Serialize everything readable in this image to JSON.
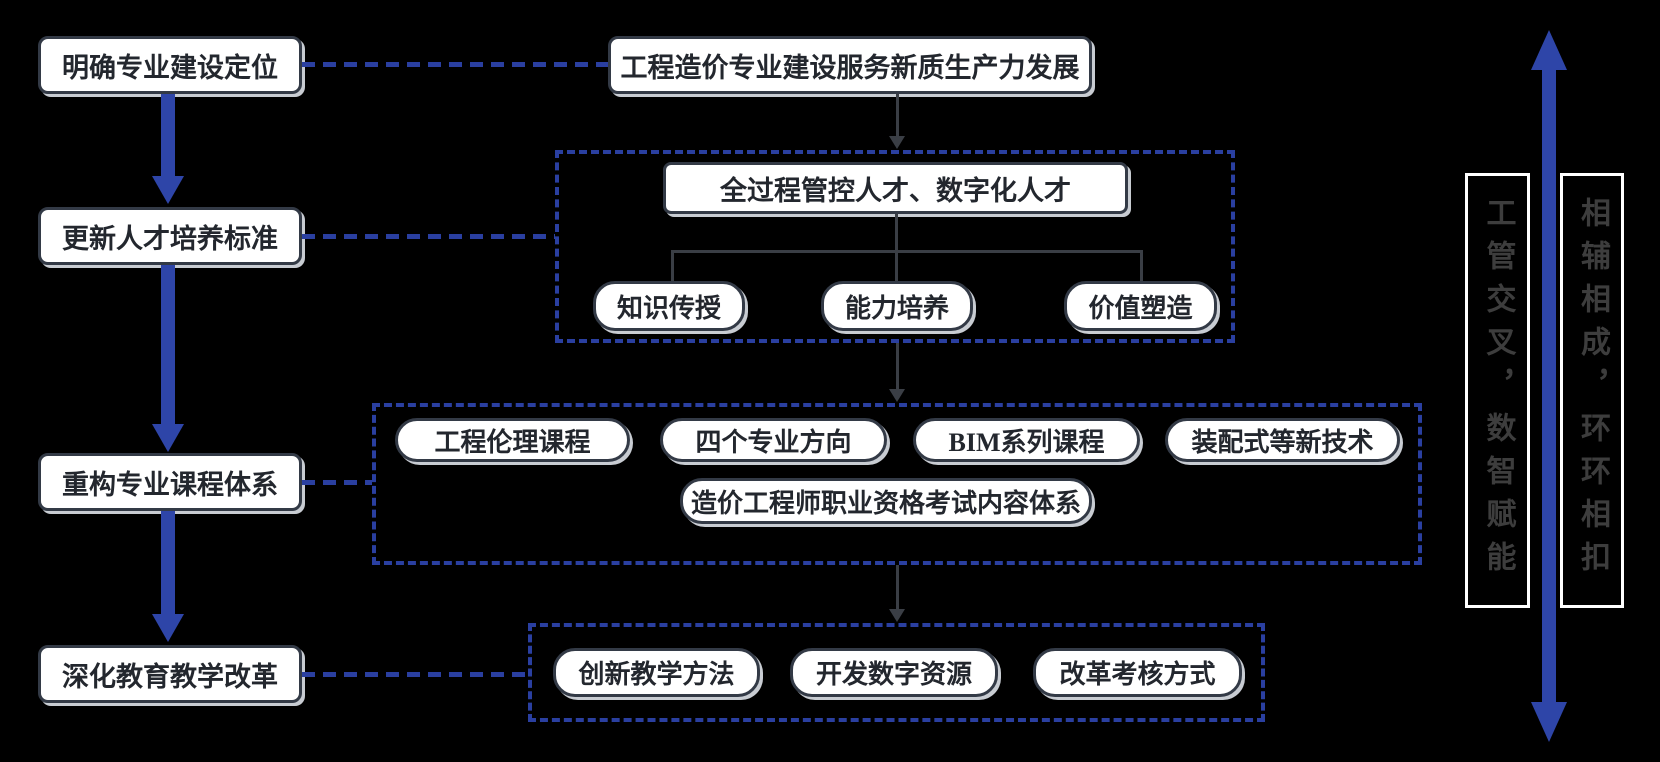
{
  "colors": {
    "background": "#000000",
    "blue": "#2e45a8",
    "dashed_blue": "#2a3fa0",
    "box_border": "#333a46",
    "dark_connector": "#3a3e45",
    "box_text": "#23272e",
    "side_text": "#3d3d3d"
  },
  "stages": [
    {
      "label": "明确专业建设定位"
    },
    {
      "label": "更新人才培养标准"
    },
    {
      "label": "重构专业课程体系"
    },
    {
      "label": "深化教育教学改革"
    }
  ],
  "goal": {
    "label": "工程造价专业建设服务新质生产力发展"
  },
  "talent": {
    "title": "全过程管控人才、数字化人才",
    "children": [
      {
        "label": "知识传授"
      },
      {
        "label": "能力培养"
      },
      {
        "label": "价值塑造"
      }
    ]
  },
  "courses": {
    "row": [
      {
        "label": "工程伦理课程"
      },
      {
        "label": "四个专业方向"
      },
      {
        "label": "BIM系列课程"
      },
      {
        "label": "装配式等新技术"
      }
    ],
    "exam": {
      "label": "造价工程师职业资格考试内容体系"
    }
  },
  "teaching": [
    {
      "label": "创新教学方法"
    },
    {
      "label": "开发数字资源"
    },
    {
      "label": "改革考核方式"
    }
  ],
  "side": {
    "left": {
      "label": "工管交叉，数智赋能"
    },
    "right": {
      "label": "相辅相成，环环相扣"
    }
  }
}
